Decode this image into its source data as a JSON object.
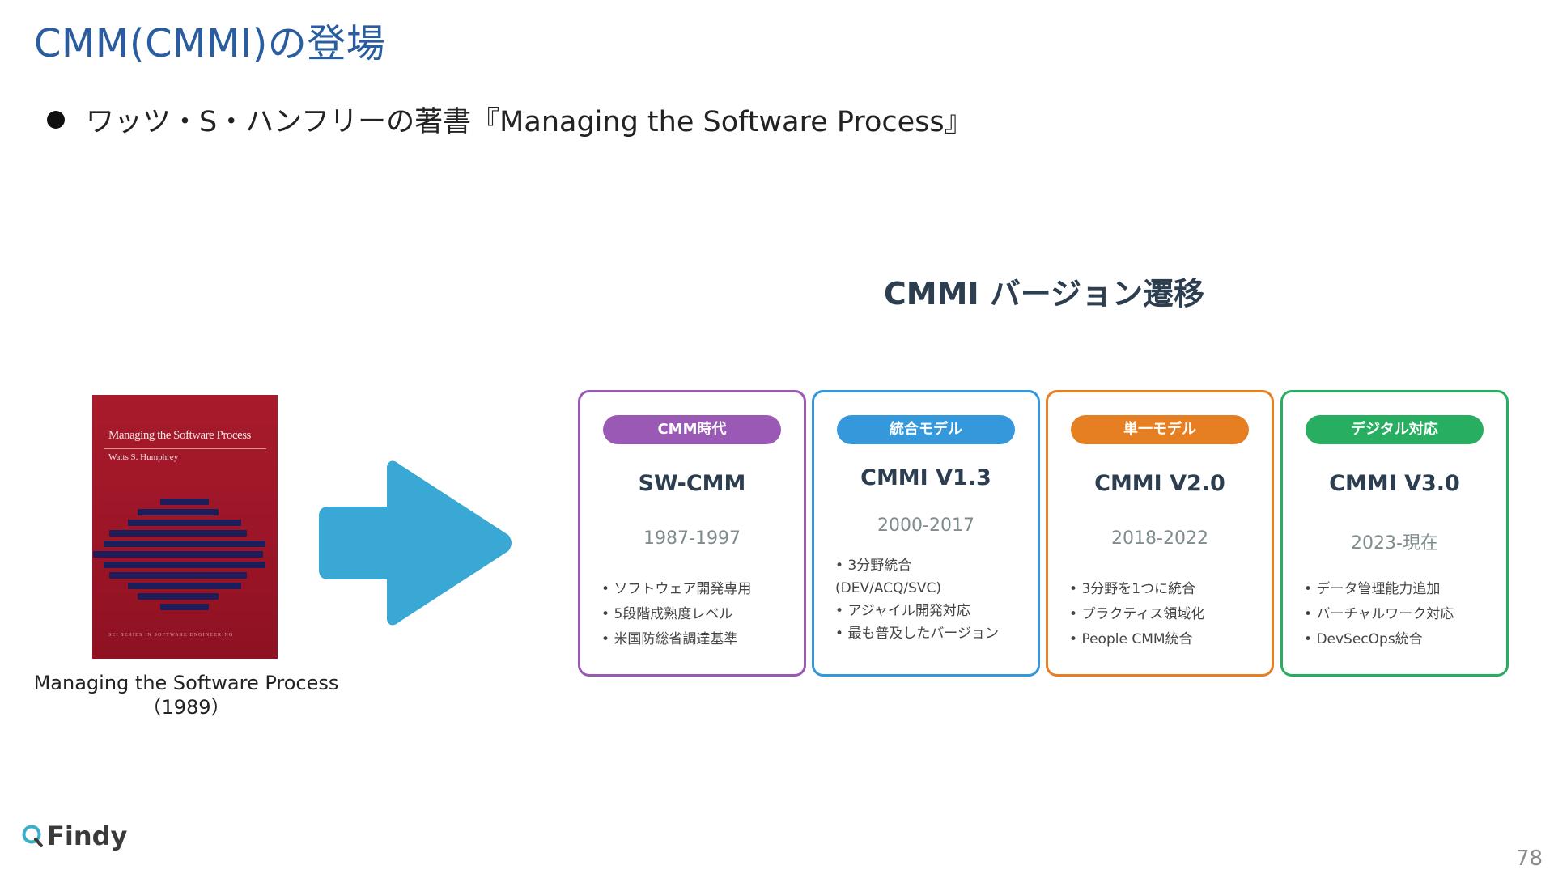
{
  "slide": {
    "title": "CMM(CMMI)の登場",
    "bullet": "ワッツ・S・ハンフリーの著書『Managing the Software Process』",
    "page_number": "78"
  },
  "book": {
    "cover_title": "Managing the Software Process",
    "cover_author": "Watts S. Humphrey",
    "cover_footer": "SEI SERIES IN SOFTWARE ENGINEERING",
    "caption_line1": "Managing the Software Process",
    "caption_line2": "（1989）",
    "cover_color": "#a01828",
    "stripe_color": "#1e1d5c"
  },
  "arrow": {
    "color": "#3aa8d4",
    "icon": "arrow-right-icon"
  },
  "cmmi": {
    "heading": "CMMI バージョン遷移",
    "cards": [
      {
        "badge": "CMM時代",
        "name": "SW-CMM",
        "years": "1987-1997",
        "color": "#9b59b6",
        "features": [
          "ソフトウェア開発専用",
          "5段階成熟度レベル",
          "米国防総省調達基準"
        ]
      },
      {
        "badge": "統合モデル",
        "name": "CMMI V1.3",
        "years": "2000-2017",
        "color": "#3498db",
        "features": [
          "3分野統合",
          "(DEV/ACQ/SVC)",
          "アジャイル開発対応",
          "最も普及したバージョン"
        ]
      },
      {
        "badge": "単一モデル",
        "name": "CMMI V2.0",
        "years": "2018-2022",
        "color": "#e67e22",
        "features": [
          "3分野を1つに統合",
          "プラクティス領域化",
          "People CMM統合"
        ]
      },
      {
        "badge": "デジタル対応",
        "name": "CMMI V3.0",
        "years": "2023-現在",
        "color": "#27ae60",
        "features": [
          "データ管理能力追加",
          "バーチャルワーク対応",
          "DevSecOps統合"
        ]
      }
    ]
  },
  "logo": {
    "text": "Findy",
    "icon": "findy-logo-icon",
    "color": "#3ab0c8"
  }
}
